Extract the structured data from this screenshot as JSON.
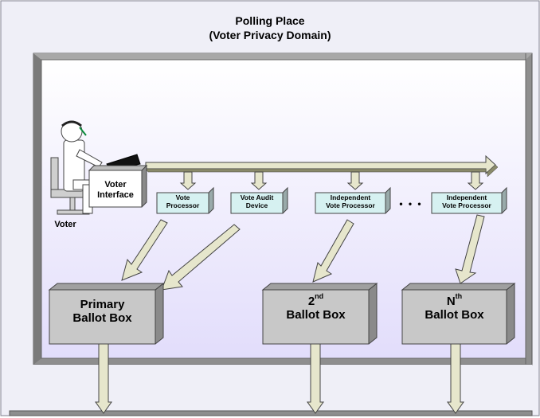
{
  "title": {
    "line1": "Polling Place",
    "line2": "(Voter Privacy Domain)"
  },
  "voter": {
    "label": "Voter",
    "interface_line1": "Voter",
    "interface_line2": "Interface"
  },
  "processors": [
    {
      "line1": "Vote",
      "line2": "Processor"
    },
    {
      "line1": "Vote Audit",
      "line2": "Device"
    },
    {
      "line1": "Independent",
      "line2": "Vote Processor"
    },
    {
      "line1": "Independent",
      "line2": "Vote Processor"
    }
  ],
  "ellipsis": "• • •",
  "ballot_boxes": [
    {
      "line1": "Primary",
      "sup": "",
      "line2": "Ballot Box"
    },
    {
      "line1": "2",
      "sup": "nd",
      "line2": "Ballot Box"
    },
    {
      "line1": "N",
      "sup": "th",
      "line2": "Ballot Box"
    }
  ],
  "colors": {
    "outer_bg": "#efeff7",
    "room_fill": "#eae8fb",
    "wall_gray": "#8e8e8e",
    "processor_box": "#d6f1f1",
    "ballot_box": "#c8c8c8",
    "arrow_fill": "#e6e6cc",
    "arrow_stroke": "#444444"
  }
}
